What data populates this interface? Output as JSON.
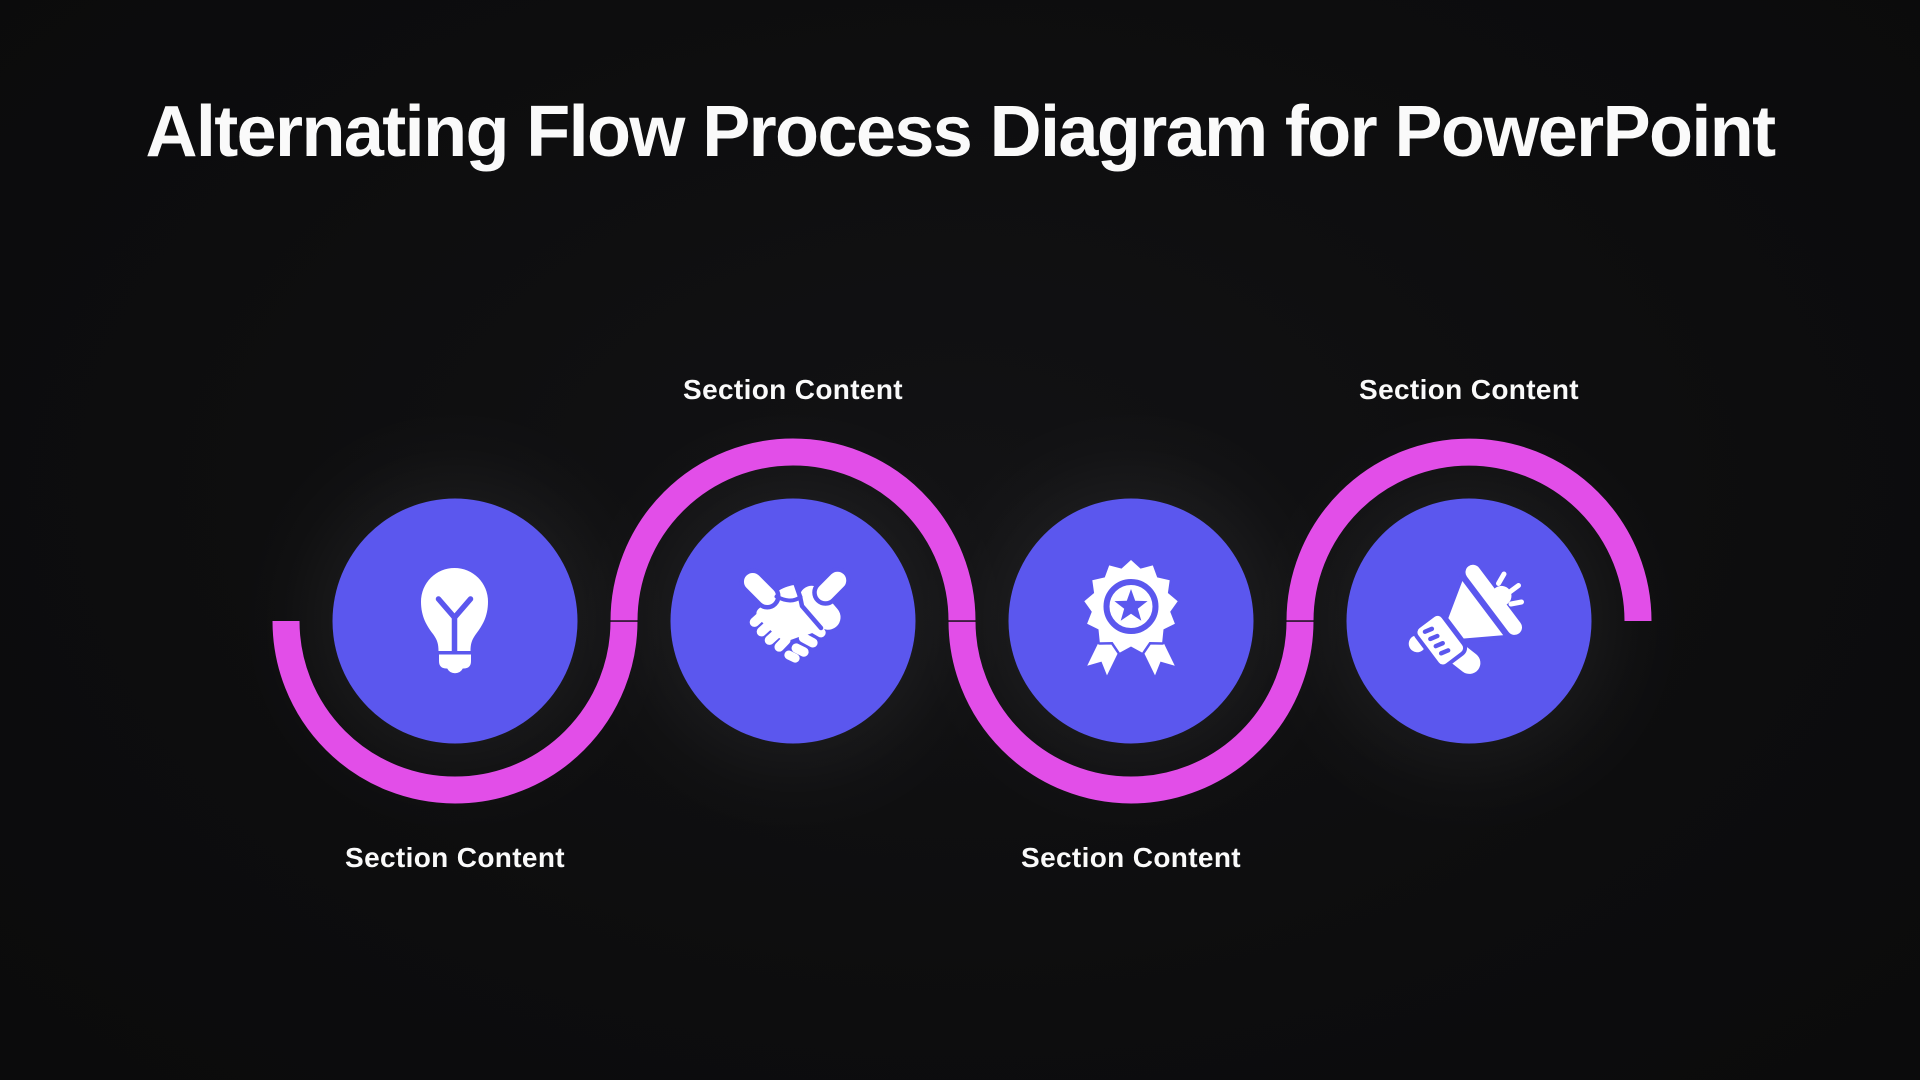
{
  "title": "Alternating Flow Process Diagram for PowerPoint",
  "steps": [
    {
      "label": "Section Content",
      "icon": "lightbulb-icon",
      "label_position": "below"
    },
    {
      "label": "Section Content",
      "icon": "handshake-icon",
      "label_position": "above"
    },
    {
      "label": "Section Content",
      "icon": "award-ribbon-icon",
      "label_position": "below"
    },
    {
      "label": "Section Content",
      "icon": "megaphone-icon",
      "label_position": "above"
    }
  ],
  "colors": {
    "background": "#0D0D0E",
    "node_fill": "#5B57EE",
    "flow_line": "#E24EE8",
    "text": "#FAFAFA",
    "icon": "#FFFFFF"
  }
}
